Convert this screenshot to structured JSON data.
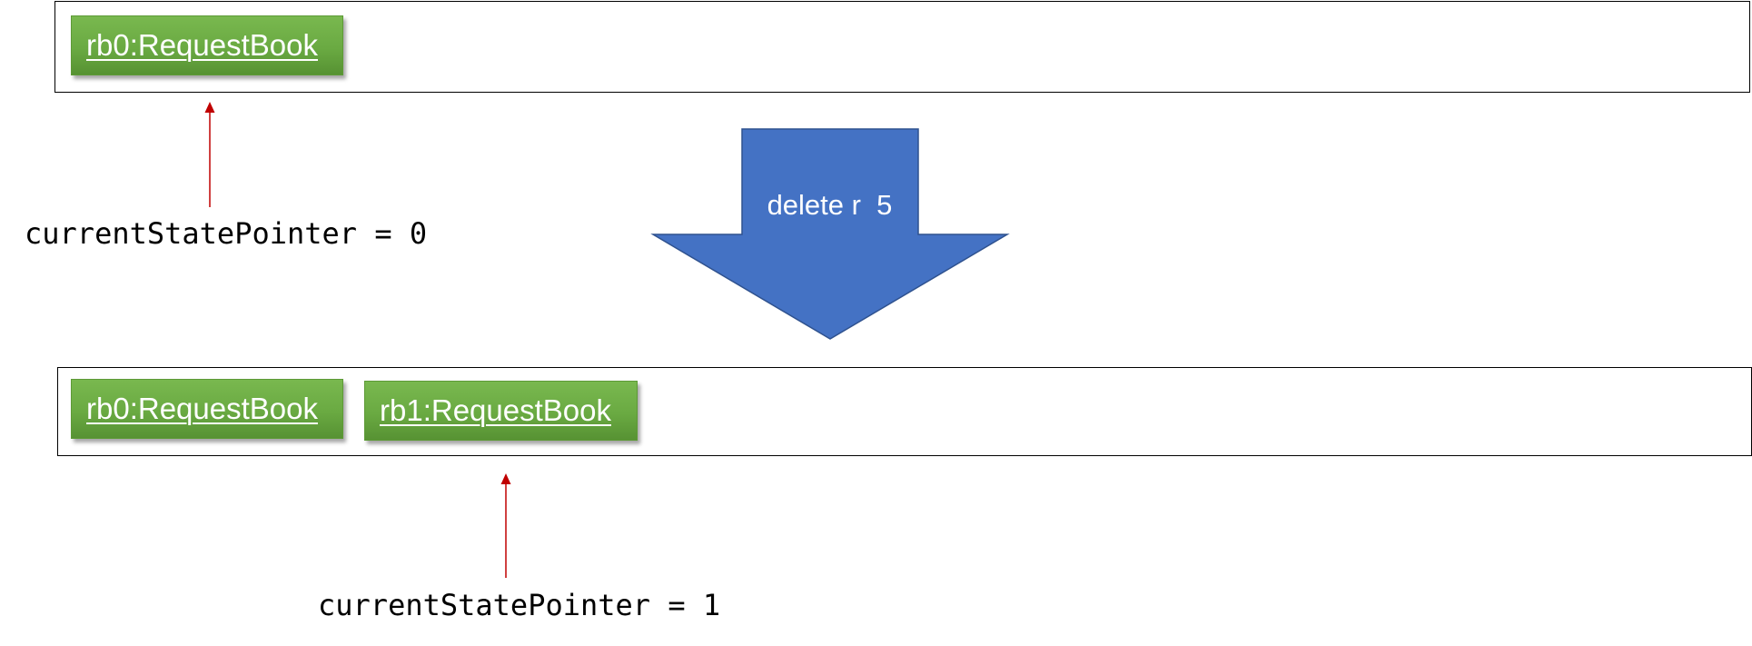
{
  "before": {
    "states": [
      {
        "label": "rb0:RequestBook"
      }
    ],
    "pointer_label": "currentStatePointer = 0"
  },
  "command": {
    "label": "delete r  5",
    "arrow_color": "#4472c4"
  },
  "after": {
    "states": [
      {
        "label": "rb0:RequestBook"
      },
      {
        "label": "rb1:RequestBook"
      }
    ],
    "pointer_label": "currentStatePointer = 1"
  },
  "colors": {
    "state_box": "#6aaa42",
    "pointer_arrow": "#c00000",
    "list_border": "#000000"
  }
}
